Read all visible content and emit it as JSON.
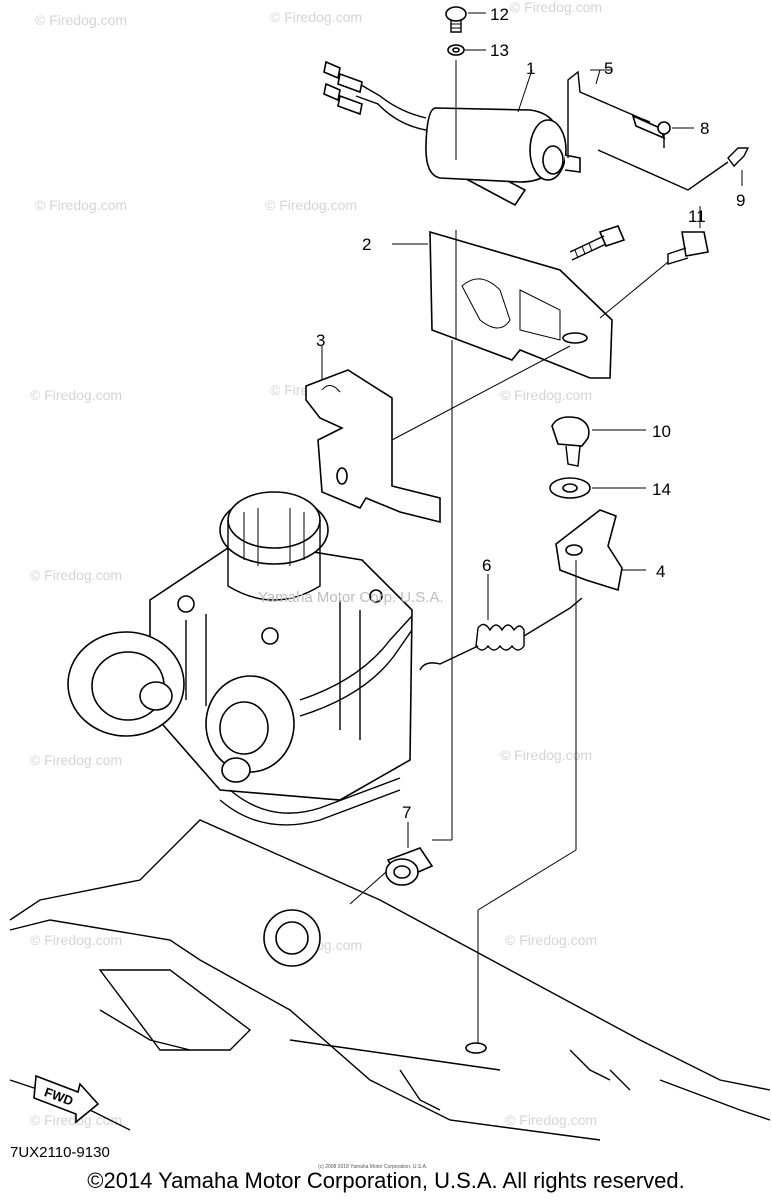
{
  "diagram": {
    "code": "7UX2110-9130",
    "copyright": "©2014 Yamaha Motor Corporation, U.S.A. All rights reserved.",
    "tiny_note": "(c) 2008 2018 Yamaha Motor Corporation, U.S.A.",
    "center_watermark": "Yamaha Motor Corp. U.S.A.",
    "watermark": "© Firedog.com",
    "fwd_label": "FWD"
  },
  "callouts": [
    {
      "id": "1",
      "label": "1"
    },
    {
      "id": "2",
      "label": "2"
    },
    {
      "id": "3",
      "label": "3"
    },
    {
      "id": "4",
      "label": "4"
    },
    {
      "id": "5",
      "label": "5"
    },
    {
      "id": "6",
      "label": "6"
    },
    {
      "id": "7",
      "label": "7"
    },
    {
      "id": "8",
      "label": "8"
    },
    {
      "id": "9",
      "label": "9"
    },
    {
      "id": "10",
      "label": "10"
    },
    {
      "id": "11",
      "label": "11"
    },
    {
      "id": "12",
      "label": "12"
    },
    {
      "id": "13",
      "label": "13"
    },
    {
      "id": "14",
      "label": "14"
    }
  ],
  "colors": {
    "line": "#000000",
    "watermark": "#d4d4d4",
    "background": "#ffffff"
  }
}
